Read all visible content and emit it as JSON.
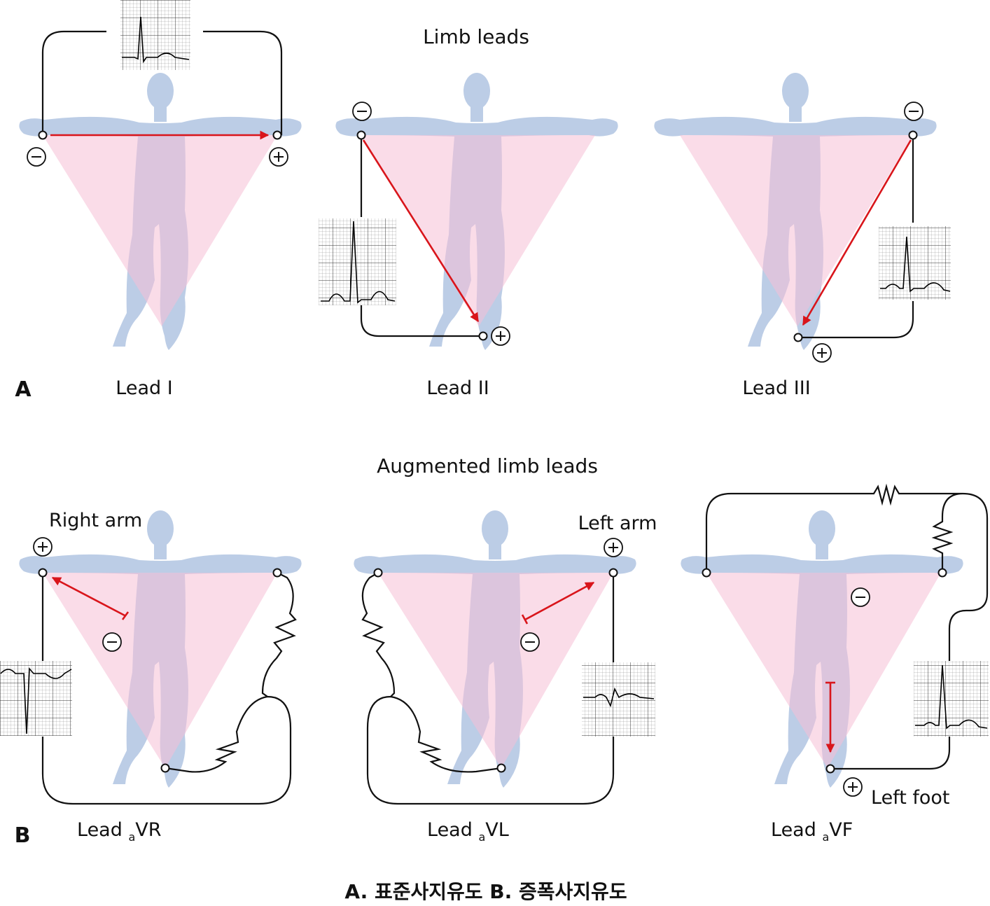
{
  "section_a": {
    "tag": "A",
    "title": "Limb leads",
    "leads": [
      {
        "name": "Lead I"
      },
      {
        "name": "Lead II"
      },
      {
        "name": "Lead III"
      }
    ]
  },
  "section_b": {
    "tag": "B",
    "title": "Augmented limb leads",
    "lead_prefix": "Lead ",
    "lead_subscript": "a",
    "leads": [
      {
        "suffix": "VR",
        "limb_label": "Right arm"
      },
      {
        "suffix": "VL",
        "limb_label": "Left arm"
      },
      {
        "suffix": "VF",
        "limb_label": "Left foot"
      }
    ]
  },
  "caption": "A. 표준사지유도  B. 증폭사지유도",
  "colors": {
    "body": "#bccde6",
    "triangle": "#f6bfd5",
    "vector": "#d9151b",
    "wire": "#111111"
  }
}
